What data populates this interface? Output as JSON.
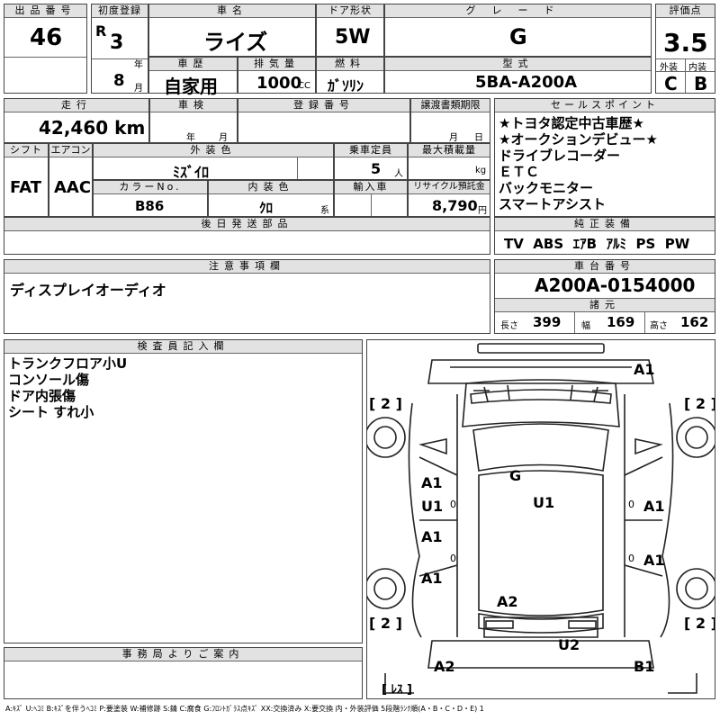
{
  "header": {
    "lot_label": "出品番号",
    "lot_value": "46",
    "first_reg_label": "初度登録",
    "era": "R",
    "reg_year": "3",
    "year_unit": "年",
    "reg_month": "8",
    "month_unit": "月",
    "car_name_label": "車名",
    "car_name": "ライズ",
    "door_label": "ドア形状",
    "door": "5W",
    "grade_label": "グレード",
    "grade": "G",
    "score_label": "評価点",
    "score": "3.5",
    "history_label": "車歴",
    "history": "自家用",
    "displacement_label": "排気量",
    "displacement": "1000",
    "displacement_unit": "CC",
    "fuel_label": "燃料",
    "fuel": "ｶﾞｿﾘﾝ",
    "model_label": "型式",
    "model": "5BA-A200A",
    "exterior_label": "外装",
    "exterior": "C",
    "interior_label": "内装",
    "interior": "B"
  },
  "row2": {
    "mileage_label": "走行",
    "mileage": "42,460 km",
    "inspection_label": "車検",
    "year_unit": "年",
    "month_unit": "月",
    "plate_label": "登録番号",
    "transfer_label": "譲渡書類期限",
    "transfer_month": "月",
    "transfer_day": "日"
  },
  "row3": {
    "shift_label": "シフト",
    "shift": "FAT",
    "ac_label": "エアコン",
    "ac": "AAC",
    "color_label": "外装色",
    "color": "ﾐｽﾞｲﾛ",
    "capacity_label": "乗車定員",
    "capacity": "5",
    "capacity_unit": "人",
    "load_label": "最大積載量",
    "load_unit": "kg",
    "color_no_label": "カラーNo.",
    "color_no": "B86",
    "int_color_label": "内装色",
    "int_color": "ｸﾛ",
    "int_color_unit": "系",
    "import_label": "輸入車",
    "recycle_label": "リサイクル預託金",
    "recycle": "8,790",
    "recycle_unit": "円"
  },
  "later_parts_label": "後日発送部品",
  "notes": {
    "label": "注意事項欄",
    "text": "ディスプレイオーディオ"
  },
  "sales_points": {
    "label": "セールスポイント",
    "items": [
      "★トヨタ認定中古車歴★",
      "★オークションデビュー★",
      "ドライブレコーダー",
      "ＥＴＣ",
      "バックモニター",
      "スマートアシスト"
    ]
  },
  "equipment": {
    "label": "純正装備",
    "items": [
      "TV",
      "ABS",
      "ｴｱB",
      "ｱﾙﾐ",
      "PS",
      "PW"
    ]
  },
  "chassis": {
    "label": "車台番号",
    "value": "A200A-0154000"
  },
  "dims": {
    "label": "諸元",
    "length_label": "長さ",
    "length": "399",
    "width_label": "幅",
    "width": "169",
    "height_label": "高さ",
    "height": "162"
  },
  "inspector": {
    "label": "検査員記入欄",
    "lines": [
      "トランクフロア小U",
      "コンソール傷",
      "ドア内張傷",
      "シート すれ小"
    ]
  },
  "office": {
    "label": "事務局よりご案内"
  },
  "diagram": {
    "marks": [
      "A1",
      "A1",
      "U1",
      "A1",
      "G",
      "U1",
      "A1",
      "A1",
      "A1",
      "A2",
      "U2",
      "A2",
      "B1"
    ],
    "tire_marks": [
      "[ 2 ]",
      "[ 2 ]",
      "[ 2 ]",
      "[ 2 ]"
    ],
    "zero": "0",
    "spare_label": "[ ﾚｽ ]"
  },
  "legend": "A:ｷｽﾞ U:ﾍｺﾐ B:ｷｽﾞを伴うﾍｺﾐ P:要塗装 W:補修跡 S:錆 C:腐食 G:ﾌﾛﾝﾄｶﾞﾗｽ点ｷｽﾞ XX:交換済み X:要交換 内・外装評価 5段階ﾗﾝｸ順(A・B・C・D・E) 1"
}
